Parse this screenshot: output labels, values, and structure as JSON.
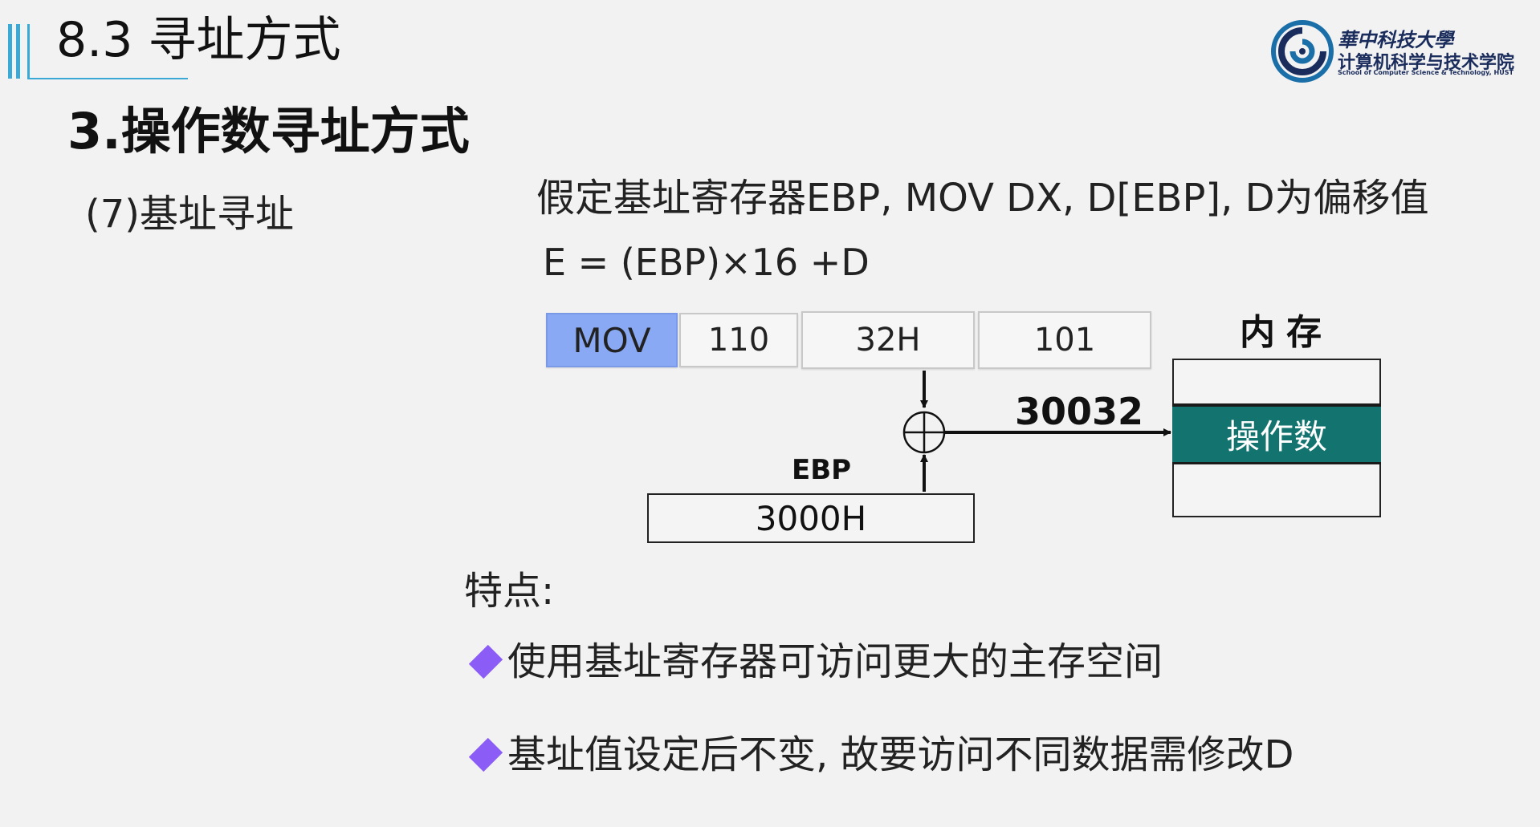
{
  "header": {
    "section_title": "8.3 寻址方式",
    "subtitle": "3.操作数寻址方式",
    "accent_color": "#3aa9d6"
  },
  "logo": {
    "university": "華中科技大學",
    "school": "计算机科学与技术学院",
    "school_en": "School of Computer Science & Technology, HUST"
  },
  "content": {
    "item_label": "(7)基址寻址",
    "statement": "假定基址寄存器EBP,   MOV   DX, D[EBP], D为偏移值",
    "formula": "E = (EBP)×16 +D"
  },
  "diagram": {
    "instruction_fields": [
      "MOV",
      "110",
      "32H",
      "101"
    ],
    "memory_title": "内存",
    "memory_cell_label": "操作数",
    "effective_address": "30032",
    "register_label": "EBP",
    "register_value": "3000H",
    "opcode_color": "#8aa9f5",
    "memory_cell_color": "#13736e"
  },
  "features": {
    "title": "特点:",
    "bullets": [
      "使用基址寄存器可访问更大的主存空间",
      "基址值设定后不变, 故要访问不同数据需修改D"
    ],
    "bullet_color": "#8b5cf6"
  }
}
